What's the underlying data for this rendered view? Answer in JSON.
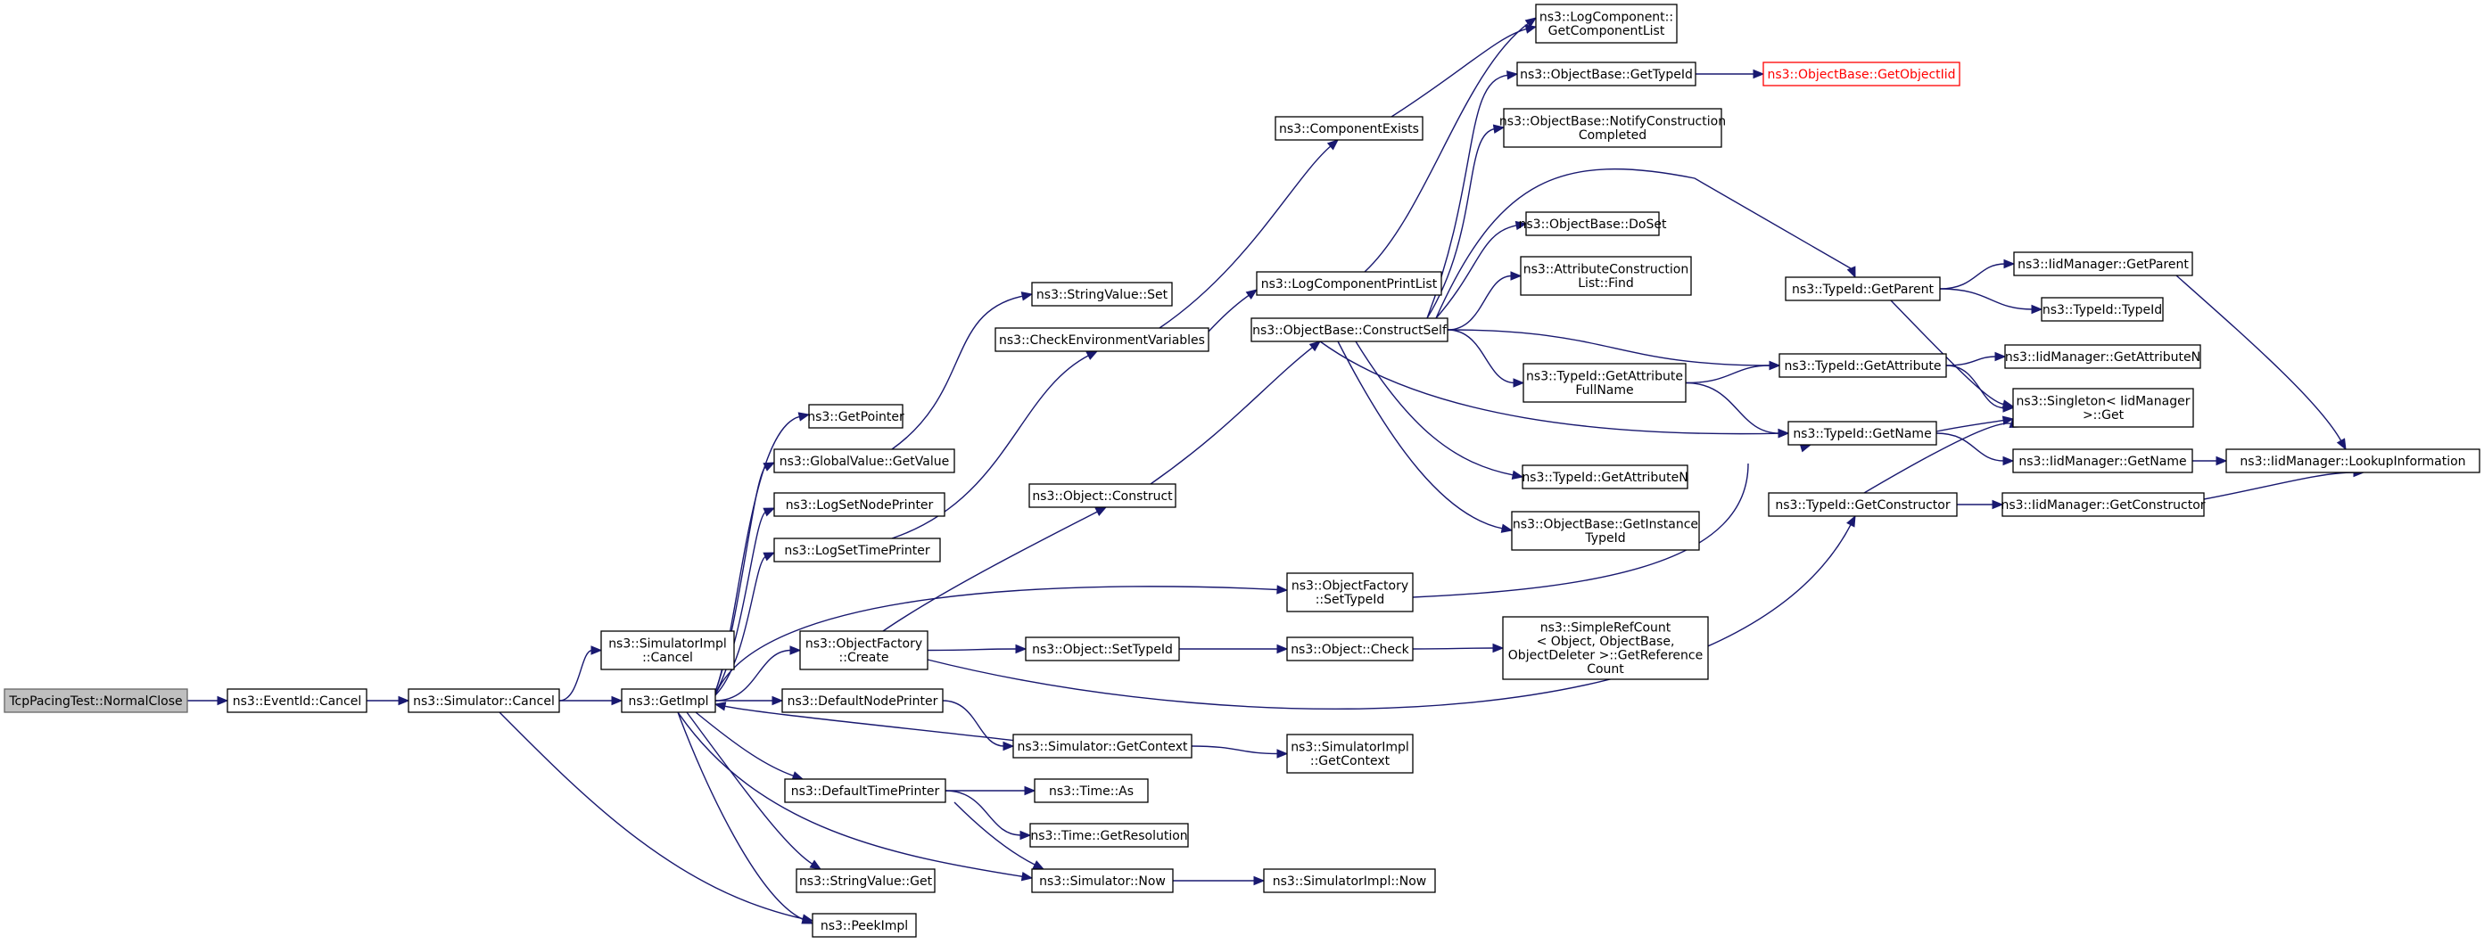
{
  "graph": {
    "accent": "#191970",
    "root_fill": "#bfbfbf",
    "external_color": "#ff0000",
    "nodes": [
      {
        "id": "n0",
        "lines": [
          "TcpPacingTest::NormalClose"
        ],
        "kind": "root"
      },
      {
        "id": "n1",
        "lines": [
          "ns3::EventId::Cancel"
        ]
      },
      {
        "id": "n2",
        "lines": [
          "ns3::Simulator::Cancel"
        ]
      },
      {
        "id": "n3",
        "lines": [
          "ns3::SimulatorImpl",
          "::Cancel"
        ]
      },
      {
        "id": "n4",
        "lines": [
          "ns3::GetImpl"
        ]
      },
      {
        "id": "n5",
        "lines": [
          "ns3::PeekImpl"
        ]
      },
      {
        "id": "n6",
        "lines": [
          "ns3::GetPointer"
        ]
      },
      {
        "id": "n7",
        "lines": [
          "ns3::GlobalValue::GetValue"
        ]
      },
      {
        "id": "n8",
        "lines": [
          "ns3::LogSetNodePrinter"
        ]
      },
      {
        "id": "n9",
        "lines": [
          "ns3::LogSetTimePrinter"
        ]
      },
      {
        "id": "n10",
        "lines": [
          "ns3::ObjectFactory",
          "::Create"
        ]
      },
      {
        "id": "n11",
        "lines": [
          "ns3::DefaultNodePrinter"
        ]
      },
      {
        "id": "n12",
        "lines": [
          "ns3::DefaultTimePrinter"
        ]
      },
      {
        "id": "n13",
        "lines": [
          "ns3::StringValue::Get"
        ]
      },
      {
        "id": "n14",
        "lines": [
          "ns3::StringValue::Set"
        ]
      },
      {
        "id": "n15",
        "lines": [
          "ns3::CheckEnvironmentVariables"
        ]
      },
      {
        "id": "n16",
        "lines": [
          "ns3::Object::Construct"
        ]
      },
      {
        "id": "n17",
        "lines": [
          "ns3::Object::SetTypeId"
        ]
      },
      {
        "id": "n18",
        "lines": [
          "ns3::Simulator::GetContext"
        ]
      },
      {
        "id": "n19",
        "lines": [
          "ns3::Time::As"
        ]
      },
      {
        "id": "n20",
        "lines": [
          "ns3::Time::GetResolution"
        ]
      },
      {
        "id": "n21",
        "lines": [
          "ns3::Simulator::Now"
        ]
      },
      {
        "id": "n22",
        "lines": [
          "ns3::ComponentExists"
        ]
      },
      {
        "id": "n23",
        "lines": [
          "ns3::LogComponentPrintList"
        ]
      },
      {
        "id": "n24",
        "lines": [
          "ns3::ObjectBase::ConstructSelf"
        ]
      },
      {
        "id": "n25",
        "lines": [
          "ns3::ObjectFactory",
          "::SetTypeId"
        ]
      },
      {
        "id": "n26",
        "lines": [
          "ns3::Object::Check"
        ]
      },
      {
        "id": "n27",
        "lines": [
          "ns3::SimulatorImpl",
          "::GetContext"
        ]
      },
      {
        "id": "n28",
        "lines": [
          "ns3::SimulatorImpl::Now"
        ]
      },
      {
        "id": "n29",
        "lines": [
          "ns3::LogComponent::",
          "GetComponentList"
        ]
      },
      {
        "id": "n30",
        "lines": [
          "ns3::ObjectBase::GetTypeId"
        ]
      },
      {
        "id": "n31",
        "lines": [
          "ns3::ObjectBase::NotifyConstruction",
          "Completed"
        ]
      },
      {
        "id": "n32",
        "lines": [
          "ns3::ObjectBase::DoSet"
        ]
      },
      {
        "id": "n33",
        "lines": [
          "ns3::AttributeConstruction",
          "List::Find"
        ]
      },
      {
        "id": "n34",
        "lines": [
          "ns3::TypeId::GetAttribute",
          "FullName"
        ]
      },
      {
        "id": "n35",
        "lines": [
          "ns3::TypeId::GetAttributeN"
        ]
      },
      {
        "id": "n36",
        "lines": [
          "ns3::ObjectBase::GetInstance",
          "TypeId"
        ]
      },
      {
        "id": "n37",
        "lines": [
          "ns3::SimpleRefCount",
          "< Object, ObjectBase,",
          " ObjectDeleter >::GetReference",
          "Count"
        ]
      },
      {
        "id": "n38",
        "lines": [
          "ns3::ObjectBase::GetObjectIid"
        ],
        "kind": "ext"
      },
      {
        "id": "n39",
        "lines": [
          "ns3::TypeId::GetParent"
        ]
      },
      {
        "id": "n40",
        "lines": [
          "ns3::TypeId::GetAttribute"
        ]
      },
      {
        "id": "n41",
        "lines": [
          "ns3::TypeId::GetName"
        ]
      },
      {
        "id": "n42",
        "lines": [
          "ns3::TypeId::GetConstructor"
        ]
      },
      {
        "id": "n43",
        "lines": [
          "ns3::IidManager::GetParent"
        ]
      },
      {
        "id": "n44",
        "lines": [
          "ns3::TypeId::TypeId"
        ]
      },
      {
        "id": "n45",
        "lines": [
          "ns3::IidManager::GetAttributeN"
        ]
      },
      {
        "id": "n46",
        "lines": [
          "ns3::Singleton< IidManager",
          " >::Get"
        ]
      },
      {
        "id": "n47",
        "lines": [
          "ns3::IidManager::GetName"
        ]
      },
      {
        "id": "n48",
        "lines": [
          "ns3::IidManager::GetConstructor"
        ]
      },
      {
        "id": "n49",
        "lines": [
          "ns3::IidManager::LookupInformation"
        ]
      }
    ],
    "edges": [
      [
        "n0",
        "n1"
      ],
      [
        "n1",
        "n2"
      ],
      [
        "n2",
        "n3"
      ],
      [
        "n2",
        "n4"
      ],
      [
        "n2",
        "n5"
      ],
      [
        "n4",
        "n6"
      ],
      [
        "n4",
        "n7"
      ],
      [
        "n4",
        "n8"
      ],
      [
        "n4",
        "n9"
      ],
      [
        "n4",
        "n25"
      ],
      [
        "n4",
        "n10"
      ],
      [
        "n4",
        "n11"
      ],
      [
        "n4",
        "n12"
      ],
      [
        "n4",
        "n13"
      ],
      [
        "n4",
        "n5"
      ],
      [
        "n4",
        "n21"
      ],
      [
        "n7",
        "n14"
      ],
      [
        "n9",
        "n15"
      ],
      [
        "n15",
        "n22"
      ],
      [
        "n15",
        "n23"
      ],
      [
        "n10",
        "n16"
      ],
      [
        "n10",
        "n17"
      ],
      [
        "n10",
        "n42"
      ],
      [
        "n11",
        "n18"
      ],
      [
        "n18",
        "n4"
      ],
      [
        "n18",
        "n27"
      ],
      [
        "n12",
        "n19"
      ],
      [
        "n12",
        "n20"
      ],
      [
        "n12",
        "n21"
      ],
      [
        "n21",
        "n28"
      ],
      [
        "n16",
        "n24"
      ],
      [
        "n17",
        "n26"
      ],
      [
        "n26",
        "n37"
      ],
      [
        "n22",
        "n29"
      ],
      [
        "n23",
        "n29"
      ],
      [
        "n25",
        "n41"
      ],
      [
        "n24",
        "n30"
      ],
      [
        "n24",
        "n31"
      ],
      [
        "n24",
        "n32"
      ],
      [
        "n24",
        "n33"
      ],
      [
        "n24",
        "n39"
      ],
      [
        "n24",
        "n40"
      ],
      [
        "n24",
        "n34"
      ],
      [
        "n24",
        "n41"
      ],
      [
        "n24",
        "n35"
      ],
      [
        "n24",
        "n36"
      ],
      [
        "n30",
        "n38"
      ],
      [
        "n34",
        "n40"
      ],
      [
        "n34",
        "n41"
      ],
      [
        "n39",
        "n43"
      ],
      [
        "n39",
        "n44"
      ],
      [
        "n39",
        "n46"
      ],
      [
        "n40",
        "n45"
      ],
      [
        "n40",
        "n46"
      ],
      [
        "n41",
        "n46"
      ],
      [
        "n41",
        "n47"
      ],
      [
        "n42",
        "n46"
      ],
      [
        "n42",
        "n48"
      ],
      [
        "n43",
        "n49"
      ],
      [
        "n47",
        "n49"
      ],
      [
        "n48",
        "n49"
      ]
    ]
  }
}
